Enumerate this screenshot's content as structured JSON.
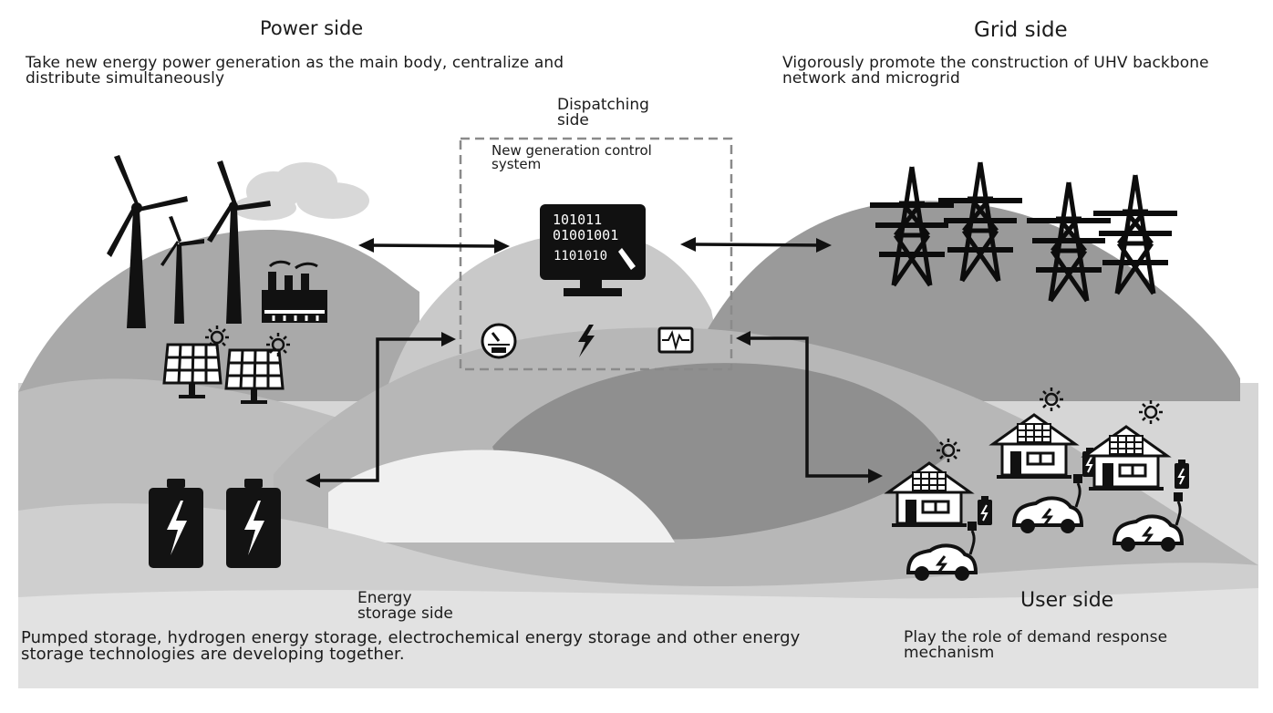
{
  "power_side": {
    "title": "Power side",
    "description": "Take new energy power generation as the main body, centralize and\ndistribute simultaneously"
  },
  "grid_side": {
    "title": "Grid side",
    "description": "Vigorously promote the construction of UHV backbone\nnetwork and microgrid"
  },
  "dispatching_side": {
    "title": "Dispatching\n side",
    "system_label": "New generation control\nsystem",
    "monitor_lines": [
      "101011",
      "01001001",
      "1101010"
    ]
  },
  "energy_storage_side": {
    "title": "Energy\nstorage side",
    "description": "Pumped storage, hydrogen energy storage, electrochemical energy storage and other energy\nstorage technologies are developing together."
  },
  "user_side": {
    "title": "User side",
    "description": "Play the role of demand response\nmechanism"
  }
}
